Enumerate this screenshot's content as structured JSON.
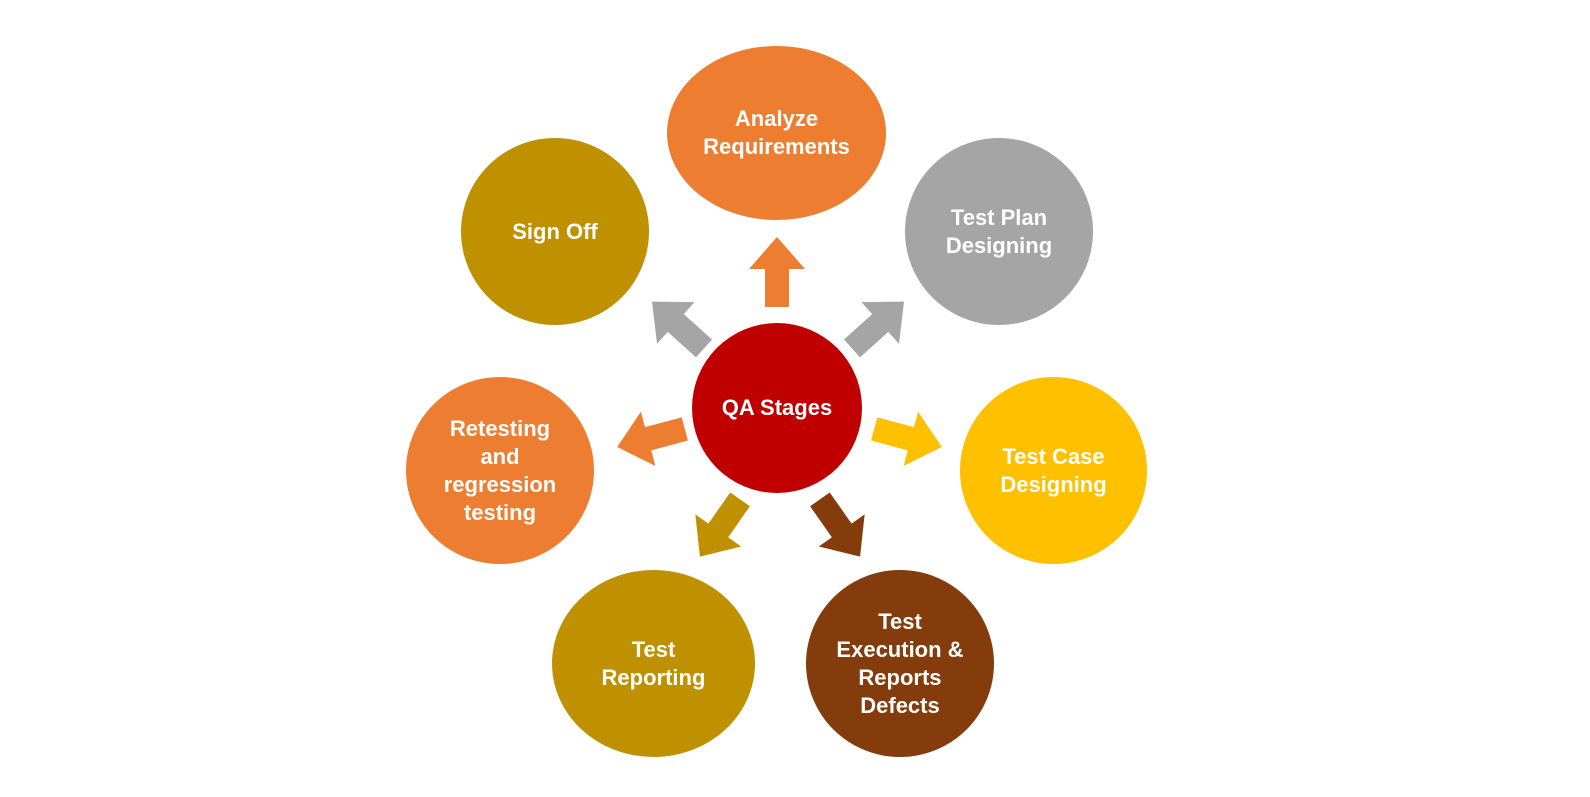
{
  "center": {
    "label": "QA Stages",
    "color": "#C00000"
  },
  "stages": [
    {
      "label": "Analyze\nRequirements",
      "color": "#ED7D31"
    },
    {
      "label": "Test Plan\nDesigning",
      "color": "#A5A5A5"
    },
    {
      "label": "Test Case\nDesigning",
      "color": "#FFC000"
    },
    {
      "label": "Test\nExecution &\nReports\nDefects",
      "color": "#843C0C"
    },
    {
      "label": "Test\nReporting",
      "color": "#BF9000"
    },
    {
      "label": "Retesting\nand\nregression\ntesting",
      "color": "#ED7D31"
    },
    {
      "label": "Sign Off",
      "color": "#BF9000"
    }
  ],
  "arrows": [
    {
      "icon": "arrow-up-icon",
      "color": "#ED7D31"
    },
    {
      "icon": "arrow-up-right-icon",
      "color": "#A5A5A5"
    },
    {
      "icon": "arrow-right-icon",
      "color": "#FFC000"
    },
    {
      "icon": "arrow-down-right-icon",
      "color": "#843C0C"
    },
    {
      "icon": "arrow-down-left-icon",
      "color": "#BF9000"
    },
    {
      "icon": "arrow-left-icon",
      "color": "#ED7D31"
    },
    {
      "icon": "arrow-up-left-icon",
      "color": "#A5A5A5"
    }
  ]
}
